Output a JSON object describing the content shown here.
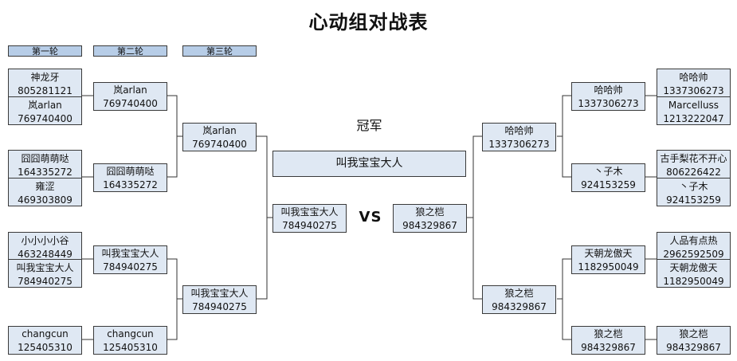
{
  "title": "心动组对战表",
  "rounds": [
    "第一轮",
    "第二轮",
    "第三轮"
  ],
  "champion_label": "冠军",
  "champion": "叫我宝宝大人",
  "vs": "VS",
  "left": {
    "r1": [
      [
        "神龙牙",
        "805281121"
      ],
      [
        "岚arlan",
        "769740400"
      ],
      [
        "囧囧萌萌哒",
        "164335272"
      ],
      [
        "雍涩",
        "469303809"
      ],
      [
        "小小小小谷",
        "463248449"
      ],
      [
        "叫我宝宝大人",
        "784940275"
      ],
      [
        "changcun",
        "125405310"
      ]
    ],
    "r2": [
      [
        "岚arlan",
        "769740400"
      ],
      [
        "囧囧萌萌哒",
        "164335272"
      ],
      [
        "叫我宝宝大人",
        "784940275"
      ],
      [
        "changcun",
        "125405310"
      ]
    ],
    "r3": [
      [
        "岚arlan",
        "769740400"
      ],
      [
        "叫我宝宝大人",
        "784940275"
      ]
    ],
    "final": [
      "叫我宝宝大人",
      "784940275"
    ]
  },
  "right": {
    "r1": [
      [
        "哈哈帅",
        "1337306273"
      ],
      [
        "Marcelluss",
        "1213222047"
      ],
      [
        "古手梨花不开心",
        "806226422"
      ],
      [
        "丶子木",
        "924153259"
      ],
      [
        "人品有点热",
        "2962592509"
      ],
      [
        "天朝龙傲天",
        "1182950049"
      ],
      [
        "狼之桤",
        "984329867"
      ]
    ],
    "r2": [
      [
        "哈哈帅",
        "1337306273"
      ],
      [
        "丶子木",
        "924153259"
      ],
      [
        "天朝龙傲天",
        "1182950049"
      ],
      [
        "狼之桤",
        "984329867"
      ]
    ],
    "r3": [
      [
        "哈哈帅",
        "1337306273"
      ],
      [
        "狼之桤",
        "984329867"
      ]
    ],
    "final": [
      "狼之桤",
      "984329867"
    ]
  }
}
